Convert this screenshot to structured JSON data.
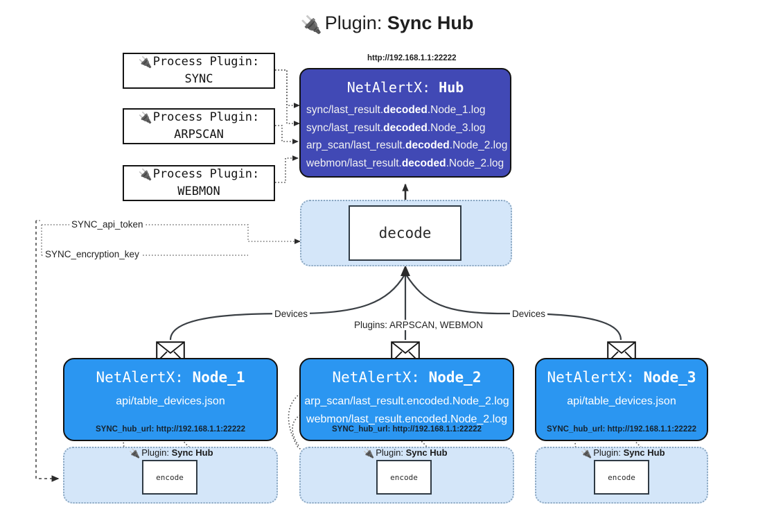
{
  "title": {
    "icon": "plug-icon",
    "prefix": "Plugin:",
    "name": "Sync Hub"
  },
  "process_plugins": [
    {
      "icon": "plug-icon",
      "line1": "Process Plugin:",
      "line2": "SYNC"
    },
    {
      "icon": "plug-icon",
      "line1": "Process Plugin:",
      "line2": "ARPSCAN"
    },
    {
      "icon": "plug-icon",
      "line1": "Process Plugin:",
      "line2": "WEBMON"
    }
  ],
  "hub": {
    "url": "http://192.168.1.1:22222",
    "title_prefix": "NetAlertX:",
    "title_name": "Hub",
    "logs": [
      {
        "pre": "sync/last_result.",
        "mid": "decoded",
        "post": ".Node_1.log"
      },
      {
        "pre": "sync/last_result.",
        "mid": "decoded",
        "post": ".Node_3.log"
      },
      {
        "pre": "arp_scan/last_result.",
        "mid": "decoded",
        "post": ".Node_2.log"
      },
      {
        "pre": "webmon/last_result.",
        "mid": "decoded",
        "post": ".Node_2.log"
      }
    ]
  },
  "decode": {
    "label": "decode"
  },
  "secrets": [
    {
      "label": "SYNC_api_token"
    },
    {
      "label": "SYNC_encryption_key"
    }
  ],
  "edge_labels": {
    "devices_left": "Devices",
    "devices_right": "Devices",
    "plugins_center": "Plugins: ARPSCAN, WEBMON"
  },
  "nodes": [
    {
      "title_prefix": "NetAlertX:",
      "title_name": "Node_1",
      "icon": "envelope-icon",
      "lines": [
        "api/table_devices.json"
      ],
      "footer": "SYNC_hub_url: http://192.168.1.1:22222",
      "plugin_caption_prefix": "Plugin:",
      "plugin_caption_name": "Sync Hub",
      "encode_label": "encode"
    },
    {
      "title_prefix": "NetAlertX:",
      "title_name": "Node_2",
      "icon": "envelope-icon",
      "lines": [
        "arp_scan/last_result.encoded.Node_2.log",
        "webmon/last_result.encoded.Node_2.log"
      ],
      "footer": "SYNC_hub_url: http://192.168.1.1:22222",
      "plugin_caption_prefix": "Plugin:",
      "plugin_caption_name": "Sync Hub",
      "encode_label": "encode"
    },
    {
      "title_prefix": "NetAlertX:",
      "title_name": "Node_3",
      "icon": "envelope-icon",
      "lines": [
        "api/table_devices.json"
      ],
      "footer": "SYNC_hub_url: http://192.168.1.1:22222",
      "plugin_caption_prefix": "Plugin:",
      "plugin_caption_name": "Sync Hub",
      "encode_label": "encode"
    }
  ],
  "colors": {
    "hub_fill": "#4149b5",
    "node_fill": "#2b96f1",
    "container_fill": "#d4e6f9",
    "container_border": "#8aa6c0",
    "stroke": "#121212",
    "background": "#ffffff"
  }
}
